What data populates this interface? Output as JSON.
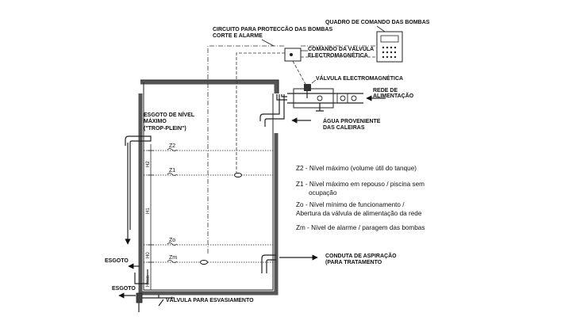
{
  "labels": {
    "control_panel": "QUADRO DE COMANDO DAS BOMBAS",
    "protection_circuit_1": "CIRCUITO PARA PROTECCÃO DAS BOMBAS",
    "protection_circuit_2": "CORTE E ALARME",
    "valve_command_1": "COMANDO DA VÁLVULA",
    "valve_command_2": "ELECTROMAGNÉTICA",
    "solenoid_valve": "VÁLVULA ELECTROMAGNÉTICA",
    "supply_network_1": "REDE DE",
    "supply_network_2": "ALIMENTAÇÃO",
    "water_from_1": "ÁGUA PROVENIENTE",
    "water_from_2": "DAS CALEIRAS",
    "overflow_1": "ESGOTO DE NÍVEL",
    "overflow_2": "MÁXIMO",
    "overflow_3": "(\"TROP-PLEIN\")",
    "drain_left": "ESGOTO",
    "drain_bottom": "ESGOTO",
    "suction_1": "CONDUTA DE ASPIRAÇÃO",
    "suction_2": "(PARA TRATAMENTO",
    "emptying_valve": "VÁLVULA PARA ESVASIAMENTO"
  },
  "levels": {
    "z2": "Z2",
    "z1": "Z1",
    "zo": "Zo",
    "zm": "Zm"
  },
  "dimensions": {
    "h2": "H2",
    "h1": "H1",
    "h0": "H0",
    "hmin": "Hmin"
  },
  "legend": [
    "Z2 - Nível máximo (volume útil do tanque)",
    "Z1 - Nível máximo em repouso / piscina sem",
    "ocupação",
    "Zo - Nível mínimo de funcionamento /",
    "Abertura da válvula de alimentação da rede",
    "Zm - Nível de alarme / paragem das bombas"
  ],
  "colors": {
    "line": "#222222",
    "wall": "#555555",
    "background": "#ffffff"
  }
}
